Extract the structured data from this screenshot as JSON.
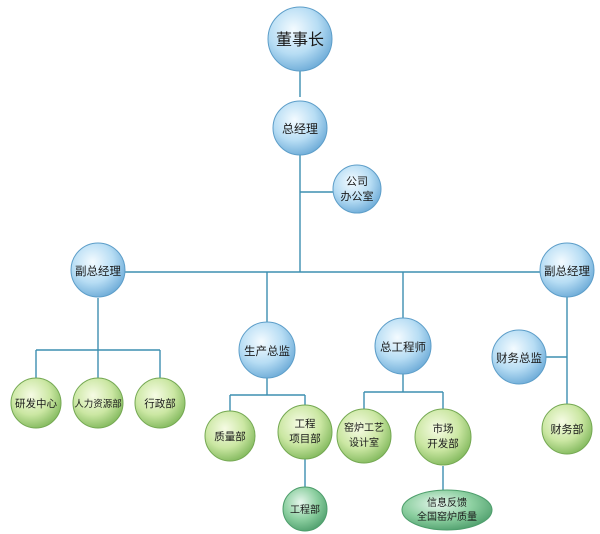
{
  "nodes": {
    "chairman": "董事长",
    "general_manager": "总经理",
    "office": [
      "公司",
      "办公室"
    ],
    "deputy_gm_left": "副总经理",
    "deputy_gm_right": "副总经理",
    "production_director": "生产总监",
    "chief_engineer": "总工程师",
    "finance_director": "财务总监",
    "rnd_center": "研发中心",
    "hr_dept": "人力资源部",
    "admin_dept": "行政部",
    "quality_dept": "质量部",
    "project_dept": [
      "工程",
      "项目部"
    ],
    "engineering_dept": "工程部",
    "kiln_design": [
      "窑炉工艺",
      "设计室"
    ],
    "market_dev": [
      "市场",
      "开发部"
    ],
    "finance_dept": "财务部",
    "info_feedback": [
      "信息反馈",
      "全国窑炉质量"
    ]
  },
  "colors": {
    "line": "#3d8fb0",
    "blue_light": "#eaf6fd",
    "blue_mid": "#b3dcf4",
    "blue_dark": "#6aa9d6",
    "green_light": "#f0f9d6",
    "green_mid": "#c8e6a0",
    "green_dark": "#7fb75a",
    "teal_light": "#dff2e6",
    "teal_mid": "#8ccfa0",
    "teal_dark": "#4e9e6c"
  }
}
